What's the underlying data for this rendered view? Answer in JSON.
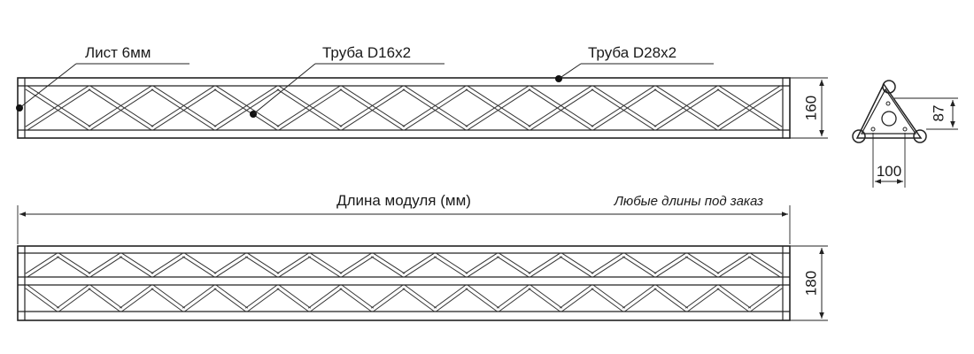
{
  "labels": {
    "sheet": "Лист 6мм",
    "tube_small": "Труба D16x2",
    "tube_large": "Труба D28x2",
    "module_length": "Длина модуля (мм)",
    "any_length": "Любые длины под заказ"
  },
  "dimensions": {
    "top_height": "160",
    "bottom_height": "180",
    "section_height": "87",
    "section_width": "100"
  },
  "truss": {
    "top_cells": 12,
    "bottom_cells": 12
  }
}
